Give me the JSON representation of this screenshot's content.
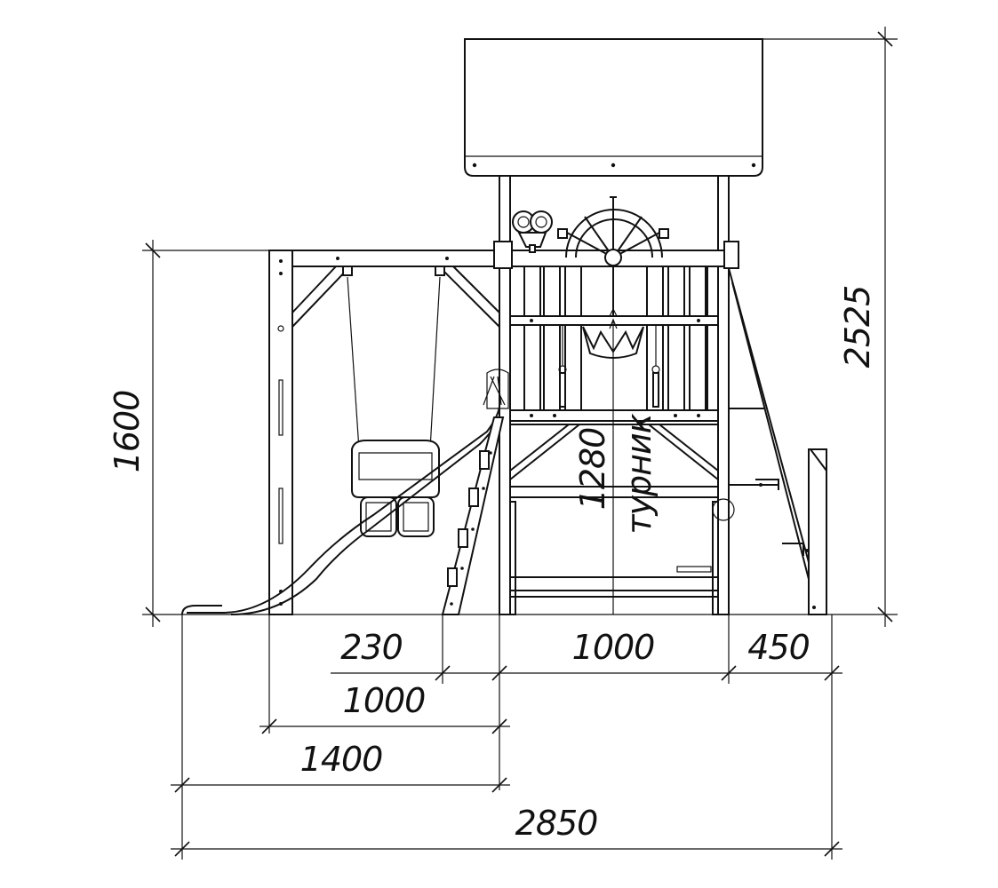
{
  "dimensions": {
    "total_height": "2525",
    "swing_height": "1600",
    "platform_height": "1280",
    "pullup_bar_label": "турник",
    "ladder_width": "230",
    "tower_width": "1000",
    "right_offset": "450",
    "swing_width": "1000",
    "slide_width": "1400",
    "overall_width": "2850"
  },
  "colors": {
    "line": "#111111",
    "background": "#ffffff"
  }
}
